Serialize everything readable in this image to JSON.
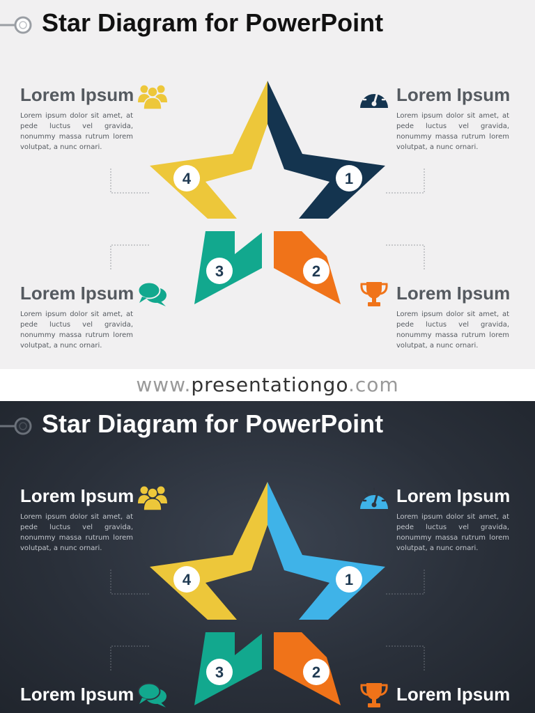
{
  "slides": [
    {
      "theme": "light",
      "title": "Star Diagram for PowerPoint",
      "colors": {
        "segment_1": "#14344f",
        "segment_2": "#f07319",
        "segment_3": "#12a88e",
        "segment_4": "#edc73a"
      },
      "segments": [
        {
          "number": "1",
          "heading": "Lorem Ipsum",
          "text": "Lorem ipsum dolor sit amet, at pede luctus vel gravida, nonummy massa rutrum lorem volutpat, a nunc ornari.",
          "icon": "speedometer-icon"
        },
        {
          "number": "2",
          "heading": "Lorem Ipsum",
          "text": "Lorem ipsum dolor sit amet, at pede luctus vel gravida, nonummy massa rutrum lorem volutpat, a nunc ornari.",
          "icon": "trophy-icon"
        },
        {
          "number": "3",
          "heading": "Lorem Ipsum",
          "text": "Lorem ipsum dolor sit amet, at pede luctus vel gravida, nonummy massa rutrum lorem volutpat, a nunc ornari.",
          "icon": "chat-bubbles-icon"
        },
        {
          "number": "4",
          "heading": "Lorem Ipsum",
          "text": "Lorem ipsum dolor sit amet, at pede luctus vel gravida, nonummy massa rutrum lorem volutpat, a nunc ornari.",
          "icon": "people-group-icon"
        }
      ]
    },
    {
      "theme": "dark",
      "title": "Star Diagram for PowerPoint",
      "colors": {
        "segment_1": "#3fb3e8",
        "segment_2": "#f07319",
        "segment_3": "#12a88e",
        "segment_4": "#edc73a"
      },
      "segments": [
        {
          "number": "1",
          "heading": "Lorem Ipsum",
          "text": "Lorem ipsum dolor sit amet, at pede luctus vel gravida, nonummy massa rutrum lorem volutpat, a nunc ornari.",
          "icon": "speedometer-icon"
        },
        {
          "number": "2",
          "heading": "Lorem Ipsum",
          "text": "",
          "icon": "trophy-icon"
        },
        {
          "number": "3",
          "heading": "Lorem Ipsum",
          "text": "",
          "icon": "chat-bubbles-icon"
        },
        {
          "number": "4",
          "heading": "Lorem Ipsum",
          "text": "Lorem ipsum dolor sit amet, at pede luctus vel gravida, nonummy massa rutrum lorem volutpat, a nunc ornari.",
          "icon": "people-group-icon"
        }
      ]
    }
  ],
  "footer": {
    "prefix": "www.",
    "middle": "presentationgo",
    "suffix": ".com"
  }
}
